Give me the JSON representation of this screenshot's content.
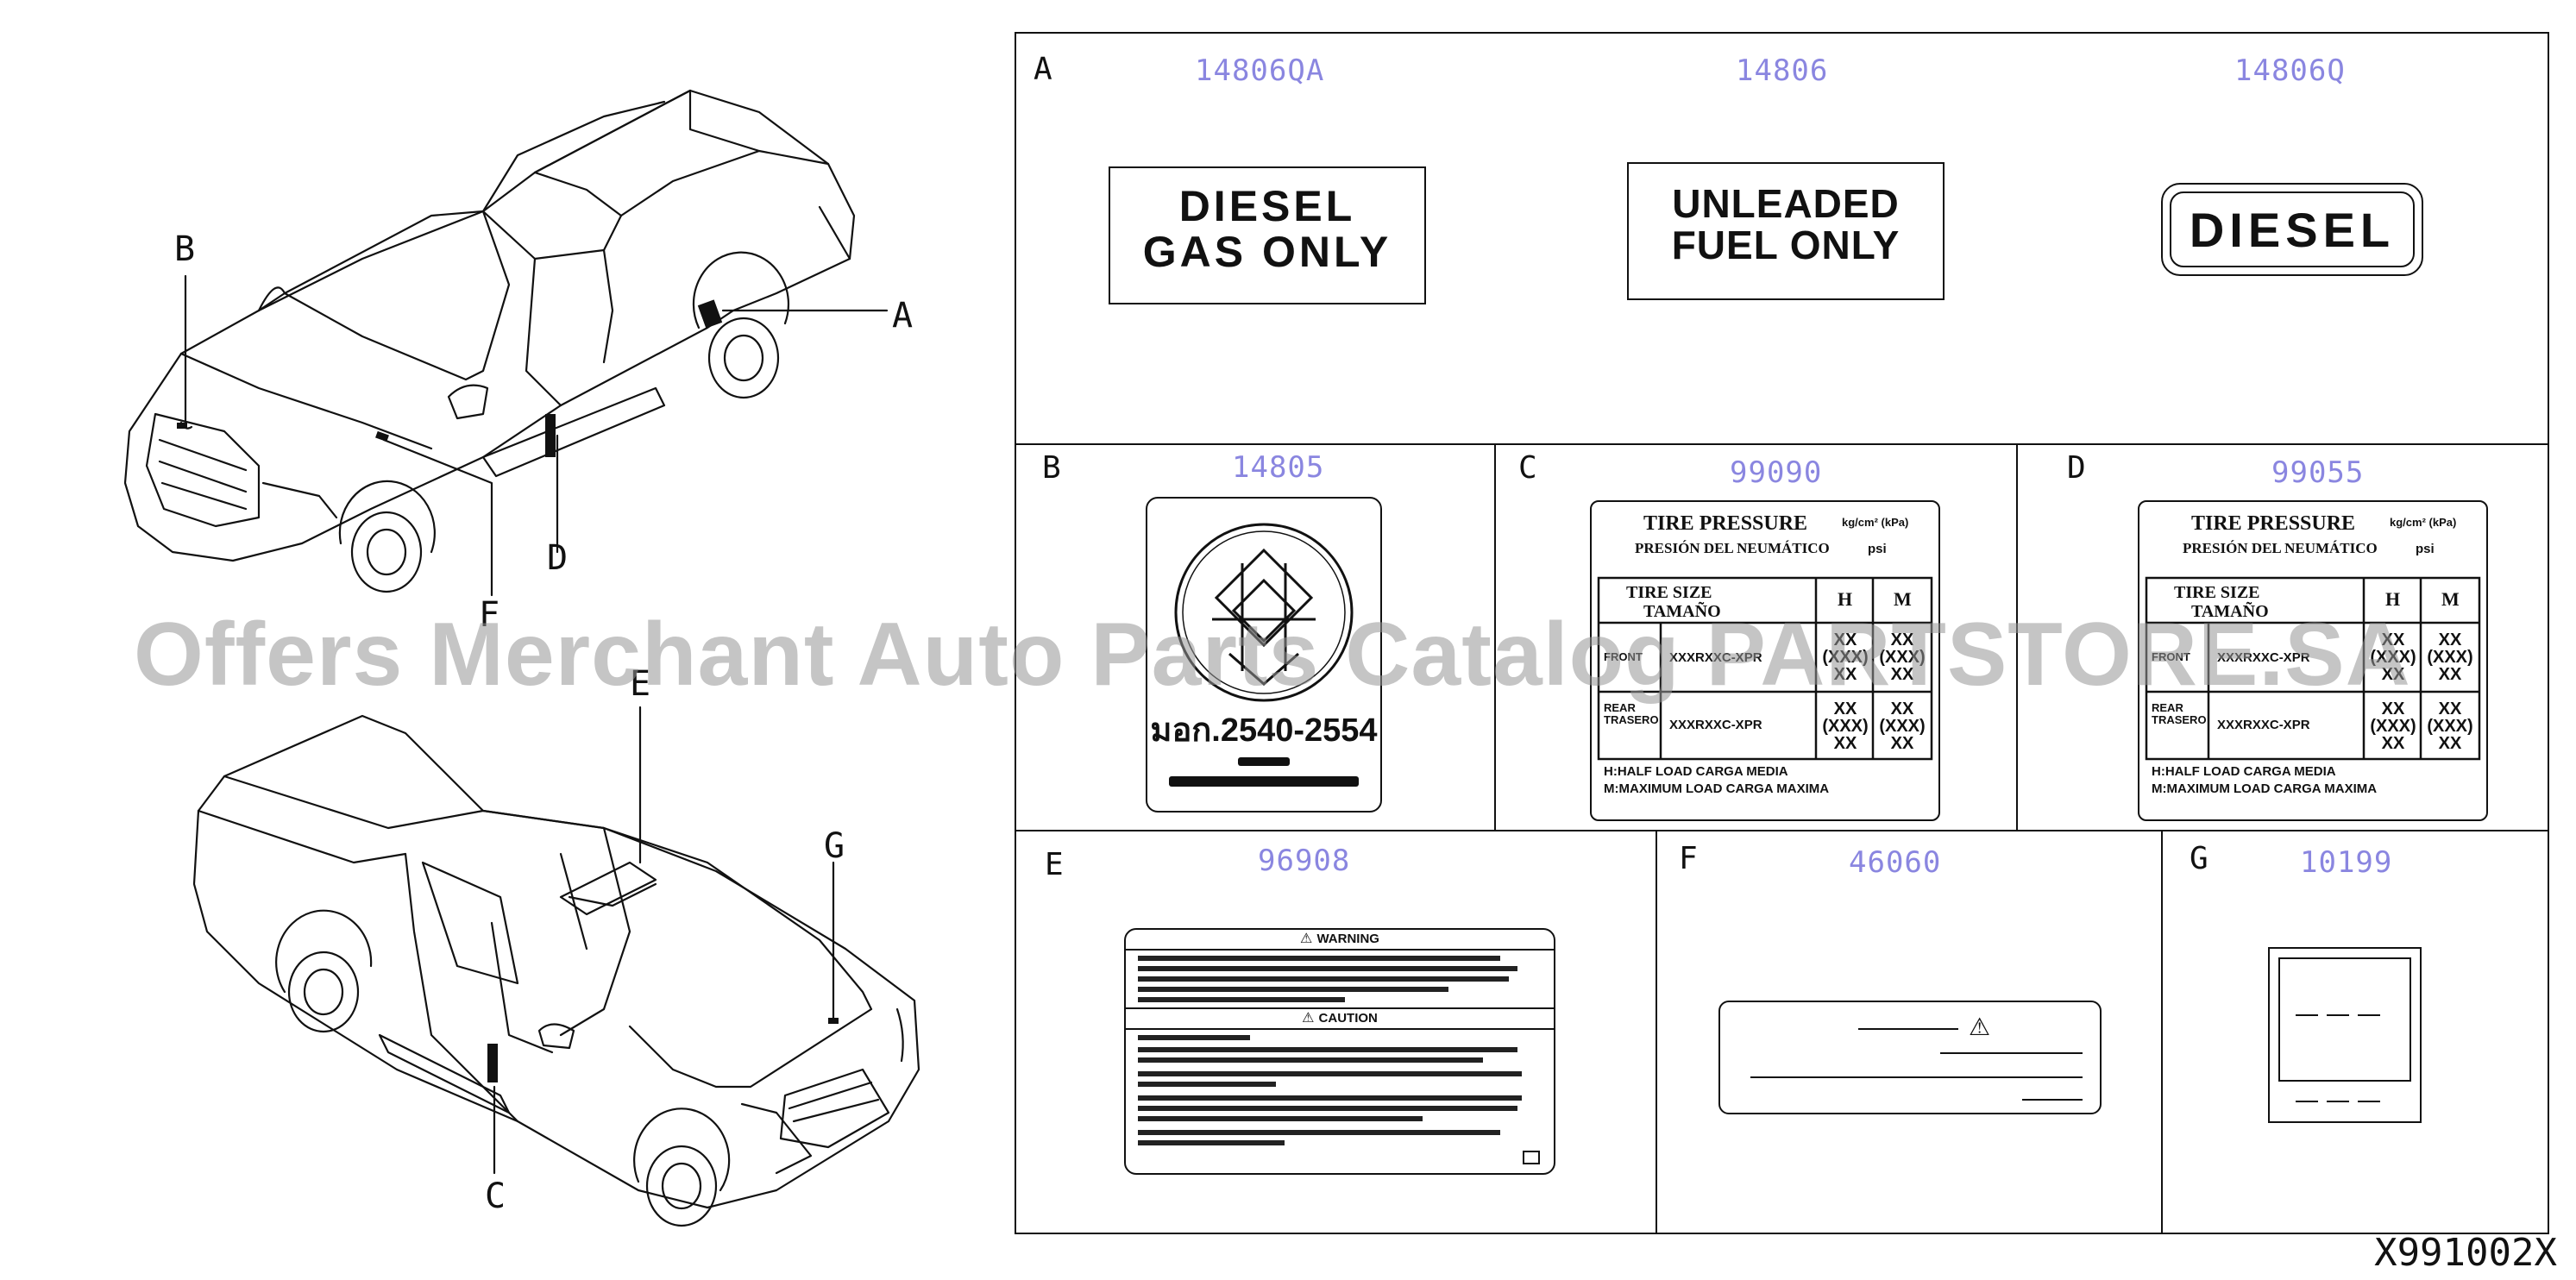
{
  "callouts": {
    "a": "A",
    "b": "B",
    "c": "C",
    "d": "D",
    "e": "E",
    "f": "F",
    "g": "G"
  },
  "cells": {
    "a": {
      "letter": "A",
      "parts": [
        "14806QA",
        "14806",
        "14806Q"
      ]
    },
    "b": {
      "letter": "B",
      "part": "14805"
    },
    "c": {
      "letter": "C",
      "part": "99090"
    },
    "d": {
      "letter": "D",
      "part": "99055"
    },
    "e": {
      "letter": "E",
      "part": "96908"
    },
    "f": {
      "letter": "F",
      "part": "46060"
    },
    "g": {
      "letter": "G",
      "part": "10199"
    }
  },
  "labels": {
    "diesel_gas_only": "DIESEL\nGAS ONLY",
    "unleaded_fuel_only": "UNLEADED\nFUEL ONLY",
    "diesel": "DIESEL",
    "tis_number": "มอก.2540-2554"
  },
  "tire_label": {
    "title": "TIRE PRESSURE",
    "unit": "kg/cm² (kPa)",
    "subtitle": "PRESIÓN DEL NEUMÁTICO",
    "psi": "psi",
    "size_header": "TIRE SIZE",
    "size_header_es": "TAMAÑO",
    "col_h": "H",
    "col_m": "M",
    "row_front": "FRONT",
    "row_rear": "REAR TRASERO",
    "size_value": "XXXRXXC-XPR",
    "value": "XX (XXX) XX",
    "note_h": "H:HALF LOAD CARGA MEDIA",
    "note_m": "M:MAXIMUM LOAD CARGA MAXIMA"
  },
  "warning_label": {
    "warning": "WARNING",
    "caution": "CAUTION"
  },
  "watermark": "Offers Merchant Auto Parts Catalog PARTSTORE.SA",
  "diagram_code": "X991002X"
}
